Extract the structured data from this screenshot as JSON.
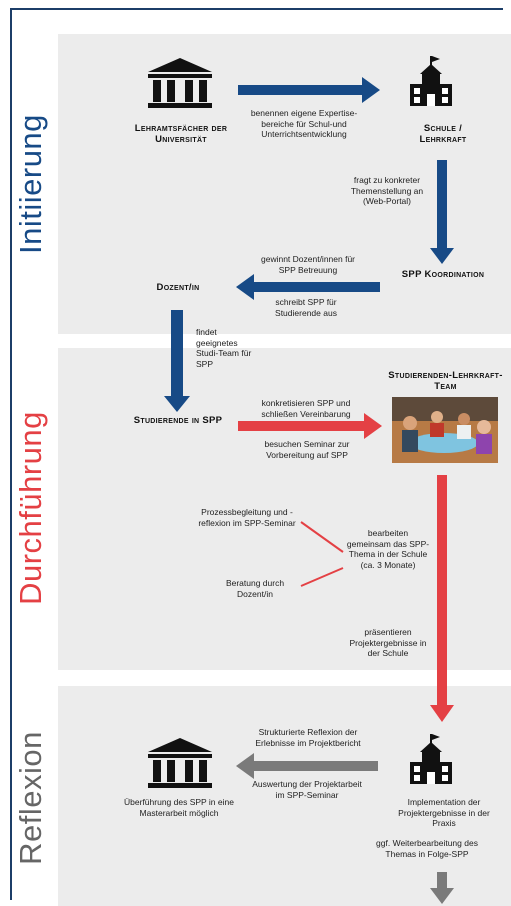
{
  "colors": {
    "blue": "#174a86",
    "red": "#e44044",
    "gray": "#7a7a7a",
    "frame": "#1c3e68"
  },
  "sections": {
    "initiierung": "Initiierung",
    "durchfuehrung": "Durchführung",
    "reflexion": "Reflexion"
  },
  "nodes": {
    "lehramt": "Lehramtsfächer der Universität",
    "schule": "Schule / Lehrkraft",
    "koordination": "SPP Koordination",
    "dozent": "Dozent/in",
    "studierende": "Studierende in SPP",
    "team": "Studierenden-Lehrkraft-Team"
  },
  "labels": {
    "benennen": "benennen eigene Expertise-bereiche für Schul-und Unterrichtsentwicklung",
    "fragt": "fragt zu konkreter Themenstellung an (Web-Portal)",
    "gewinnt": "gewinnt Dozent/innen für SPP Betreuung",
    "schreibt": "schreibt SPP für Studierende aus",
    "findet": "findet geeignetes Studi-Team für SPP",
    "konkretisieren": "konkretisieren SPP und schließen Vereinbarung",
    "besuchen": "besuchen Seminar zur Vorbereitung auf SPP",
    "prozess": "Prozessbegleitung und -reflexion im SPP-Seminar",
    "beratung": "Beratung durch Dozent/in",
    "bearbeiten": "bearbeiten gemeinsam das SPP-Thema in der Schule (ca. 3 Monate)",
    "praesentieren": "präsentieren Projektergebnisse in der Schule",
    "strukturierte": "Strukturierte Reflexion der Erlebnisse im Projektbericht",
    "auswertung": "Auswertung der Projektarbeit im SPP-Seminar",
    "ueberfuehrung": "Überführung des SPP in eine Masterarbeit möglich",
    "implementation": "Implementation der Projektergebnisse in der Praxis",
    "weiter": "ggf. Weiterbearbeitung des Themas in Folge-SPP"
  },
  "icons": [
    "university-icon",
    "school-icon",
    "team-photo",
    "university-icon",
    "school-icon"
  ]
}
